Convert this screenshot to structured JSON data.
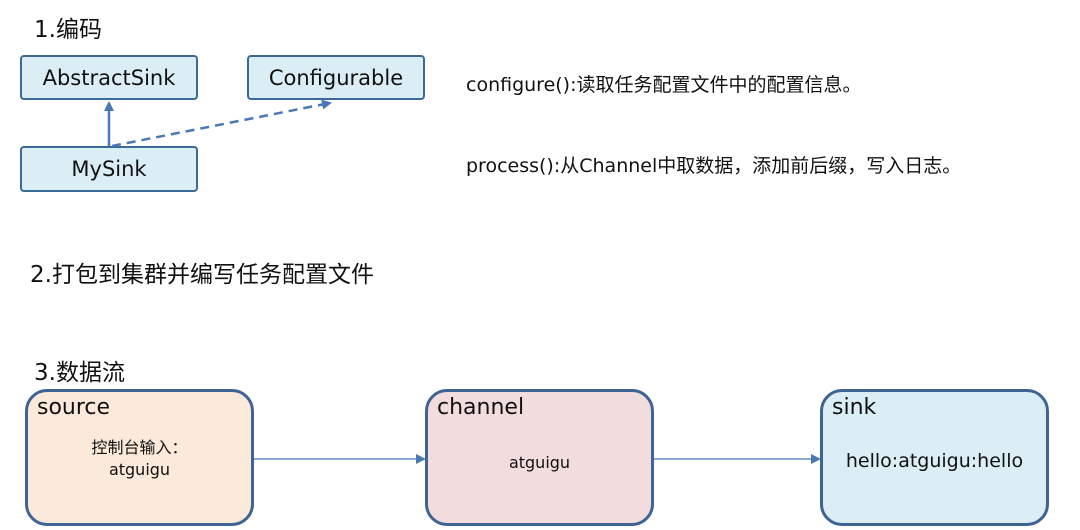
{
  "section1": {
    "heading": "1.编码",
    "classes": {
      "abstract_sink": "AbstractSink",
      "configurable": "Configurable",
      "my_sink": "MySink"
    },
    "descriptions": [
      "configure():读取任务配置文件中的配置信息。",
      "process():从Channel中取数据，添加前后缀，写入日志。"
    ]
  },
  "section2": {
    "heading": "2.打包到集群并编写任务配置文件"
  },
  "section3": {
    "heading": "3.数据流",
    "source": {
      "title": "source",
      "line1": "控制台输入：",
      "line2": "atguigu",
      "fill": "#fbe9da"
    },
    "channel": {
      "title": "channel",
      "text": "atguigu",
      "fill": "#f2dcdd"
    },
    "sink": {
      "title": "sink",
      "text": "hello:atguigu:hello",
      "fill": "#dbeef6"
    }
  },
  "colors": {
    "class_fill": "#dbeef6",
    "border": "#3b6a94",
    "arrow": "#4a78b5"
  }
}
